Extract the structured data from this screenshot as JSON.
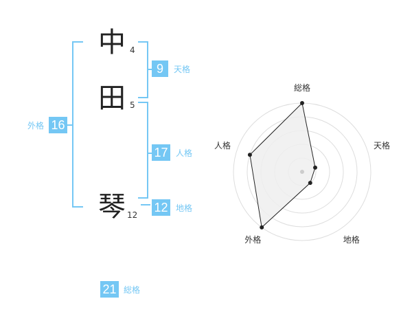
{
  "name": {
    "chars": [
      {
        "char": "中",
        "strokes": "4"
      },
      {
        "char": "田",
        "strokes": "5"
      },
      {
        "char": "琴",
        "strokes": "12"
      }
    ]
  },
  "fortunes": {
    "tenkaku": {
      "value": "9",
      "label": "天格"
    },
    "jinkaku": {
      "value": "17",
      "label": "人格"
    },
    "chikaku": {
      "value": "12",
      "label": "地格"
    },
    "gaikaku": {
      "value": "16",
      "label": "外格"
    },
    "soukaku": {
      "value": "21",
      "label": "総格"
    }
  },
  "radar": {
    "axes": [
      "総格",
      "天格",
      "地格",
      "外格",
      "人格"
    ],
    "levels": 5,
    "values": [
      5,
      1,
      1,
      5,
      4
    ]
  },
  "colors": {
    "accent": "#74c7f4",
    "text": "#222222"
  }
}
